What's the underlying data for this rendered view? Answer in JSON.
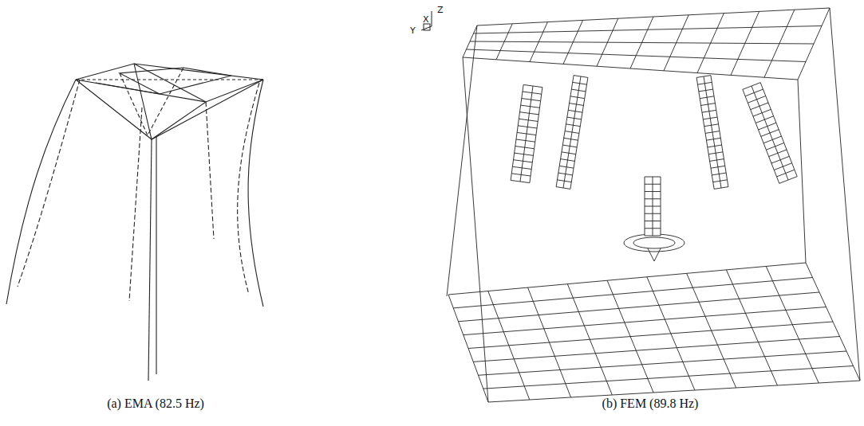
{
  "diagram": {
    "labels": [
      "Z",
      "X",
      "Y",
      "(a) EMA (82.5 Hz)",
      "(b) FEM (89.8 Hz)"
    ]
  }
}
